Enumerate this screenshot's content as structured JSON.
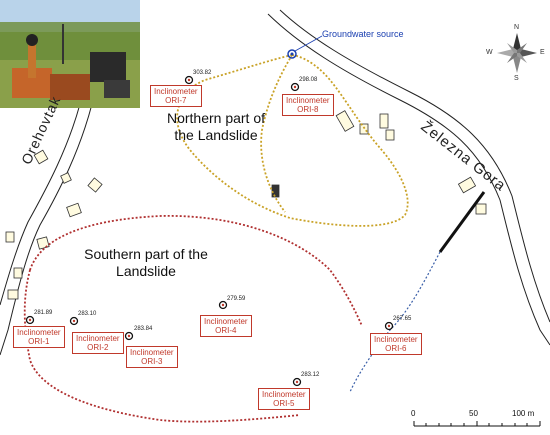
{
  "areas": {
    "north_line1": "Northern part of",
    "north_line2": "the Landslide",
    "south_line1": "Southern part of the",
    "south_line2": "Landslide"
  },
  "roads": {
    "orehovtak": "Orehovtak",
    "zelezna_gora": "Železna Gora"
  },
  "groundwater": "Groundwater source",
  "compass": {
    "n": "N",
    "s": "S",
    "e": "E",
    "w": "W"
  },
  "scale": {
    "t0": "0",
    "t1": "50",
    "t2": "100 m"
  },
  "inclinometers": [
    {
      "l1": "Inclinometer",
      "l2": "ORI-7",
      "elev": "303.82"
    },
    {
      "l1": "Inclinometer",
      "l2": "ORI-8",
      "elev": "298.08"
    },
    {
      "l1": "Inclinometer",
      "l2": "ORI-1",
      "elev": "281.89"
    },
    {
      "l1": "Inclinometer",
      "l2": "ORI-2",
      "elev": "283.10"
    },
    {
      "l1": "Inclinometer",
      "l2": "ORI-3",
      "elev": "283.84"
    },
    {
      "l1": "Inclinometer",
      "l2": "ORI-4",
      "elev": "279.59"
    },
    {
      "l1": "Inclinometer",
      "l2": "ORI-5",
      "elev": "283.12"
    },
    {
      "l1": "Inclinometer",
      "l2": "ORI-6",
      "elev": "267.65"
    }
  ],
  "colors": {
    "north_boundary": "#c9a227",
    "south_boundary": "#b03030",
    "drain": "#3a5fa8",
    "label_red": "#c0392b"
  },
  "icons": {
    "compass": "compass-rose-icon",
    "inclinometer": "inclinometer-marker-icon",
    "groundwater": "groundwater-source-icon"
  }
}
